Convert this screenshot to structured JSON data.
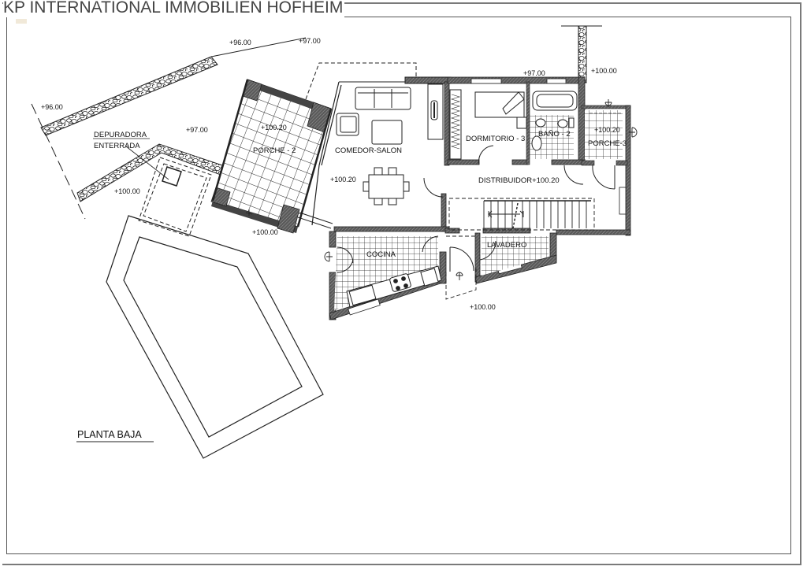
{
  "header": {
    "title": "KP INTERNATIONAL IMMOBILIEN HOFHEIM"
  },
  "plan": {
    "title": "PLANTA BAJA",
    "colors": {
      "wall": "#3a3a3a",
      "wall_hatch": "#6e6e6e",
      "line": "#222222",
      "frame": "#7a7a7a"
    },
    "rooms": {
      "comedor_salon": "COMEDOR-SALON",
      "porche_2": "PORCHE - 2",
      "dormitorio_3": "DORMITORIO - 3",
      "bano_2": "BAÑO - 2",
      "porche_3": "PORCHE-3",
      "distribuidor": "DISTRIBUIDOR+100.20",
      "cocina": "COCINA",
      "lavadero": "LAVADERO",
      "depuradora_line1": "DEPURADORA",
      "depuradora_line2": "ENTERRADA"
    },
    "levels": {
      "l_96_top": "+96.00",
      "l_97_top": "+97.00",
      "l_96_left": "+96.00",
      "l_97_left": "+97.00",
      "l_100_depuradora": "+100.00",
      "l_100_20_porche2": "+100.20",
      "l_100_20_salon": "+100.20",
      "l_100_below_porche": "+100.00",
      "l_97_dorm": "+97.00",
      "l_100_right": "+100.00",
      "l_100_20_porche3": "+100.20",
      "l_100_kitchen": "+100.00"
    },
    "icons": {
      "pool": "swimming-pool-outline",
      "stone_wall": "stone-retaining-wall",
      "entry_arrow": "entry-arrow-marker",
      "stairs": "staircase"
    }
  }
}
